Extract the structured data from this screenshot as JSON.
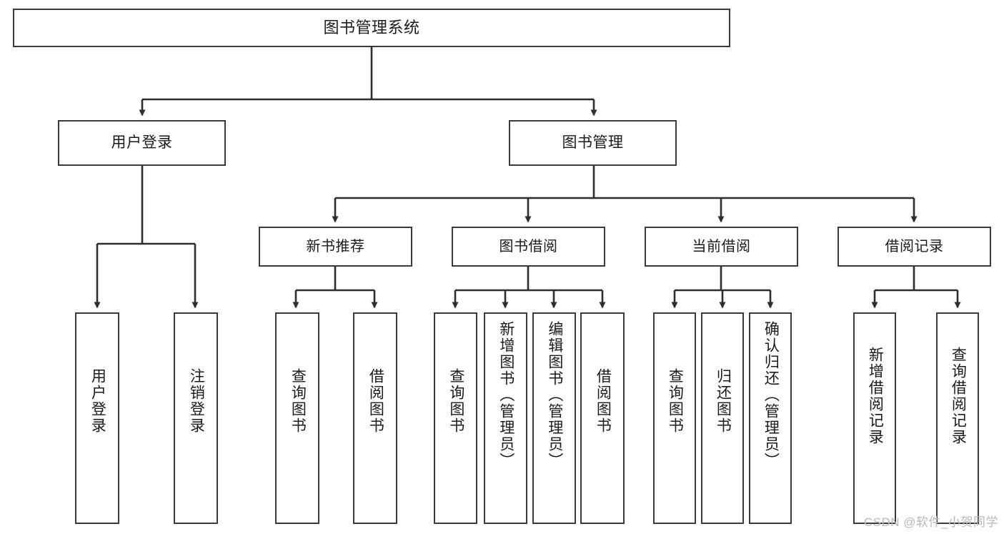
{
  "diagram": {
    "type": "tree-hierarchy-chart",
    "title": "图书管理系统",
    "watermark": "CSDN @软件_小贺同学",
    "colors": {
      "box_border": "#3a3a3a",
      "box_fill": "#ffffff",
      "connector": "#2e2e2e",
      "text": "#1a1a1a",
      "watermark": "#b9b9b9"
    },
    "nodes": {
      "root": {
        "label": "图书管理系统"
      },
      "level1": [
        {
          "id": "user-login",
          "label": "用户登录"
        },
        {
          "id": "book-management",
          "label": "图书管理"
        }
      ],
      "level2": [
        {
          "id": "new-book-recommend",
          "label": "新书推荐"
        },
        {
          "id": "book-borrow",
          "label": "图书借阅"
        },
        {
          "id": "current-borrow",
          "label": "当前借阅"
        },
        {
          "id": "borrow-record",
          "label": "借阅记录"
        }
      ],
      "leaves": {
        "user-login": [
          {
            "id": "leaf-user-login",
            "label": "用户登录"
          },
          {
            "id": "leaf-logout",
            "label": "注销登录"
          }
        ],
        "new-book-recommend": [
          {
            "id": "leaf-query-book-1",
            "label": "查询图书"
          },
          {
            "id": "leaf-borrow-book-1",
            "label": "借阅图书"
          }
        ],
        "book-borrow": [
          {
            "id": "leaf-query-book-2",
            "label": "查询图书"
          },
          {
            "id": "leaf-add-book",
            "label": "新增图书（管理员）"
          },
          {
            "id": "leaf-edit-book",
            "label": "编辑图书（管理员）"
          },
          {
            "id": "leaf-borrow-book-2",
            "label": "借阅图书"
          }
        ],
        "current-borrow": [
          {
            "id": "leaf-query-book-3",
            "label": "查询图书"
          },
          {
            "id": "leaf-return-book",
            "label": "归还图书"
          },
          {
            "id": "leaf-confirm-return",
            "label": "确认归还（管理员）"
          }
        ],
        "borrow-record": [
          {
            "id": "leaf-add-record",
            "label": "新增借阅记录"
          },
          {
            "id": "leaf-query-record",
            "label": "查询借阅记录"
          }
        ]
      }
    }
  }
}
